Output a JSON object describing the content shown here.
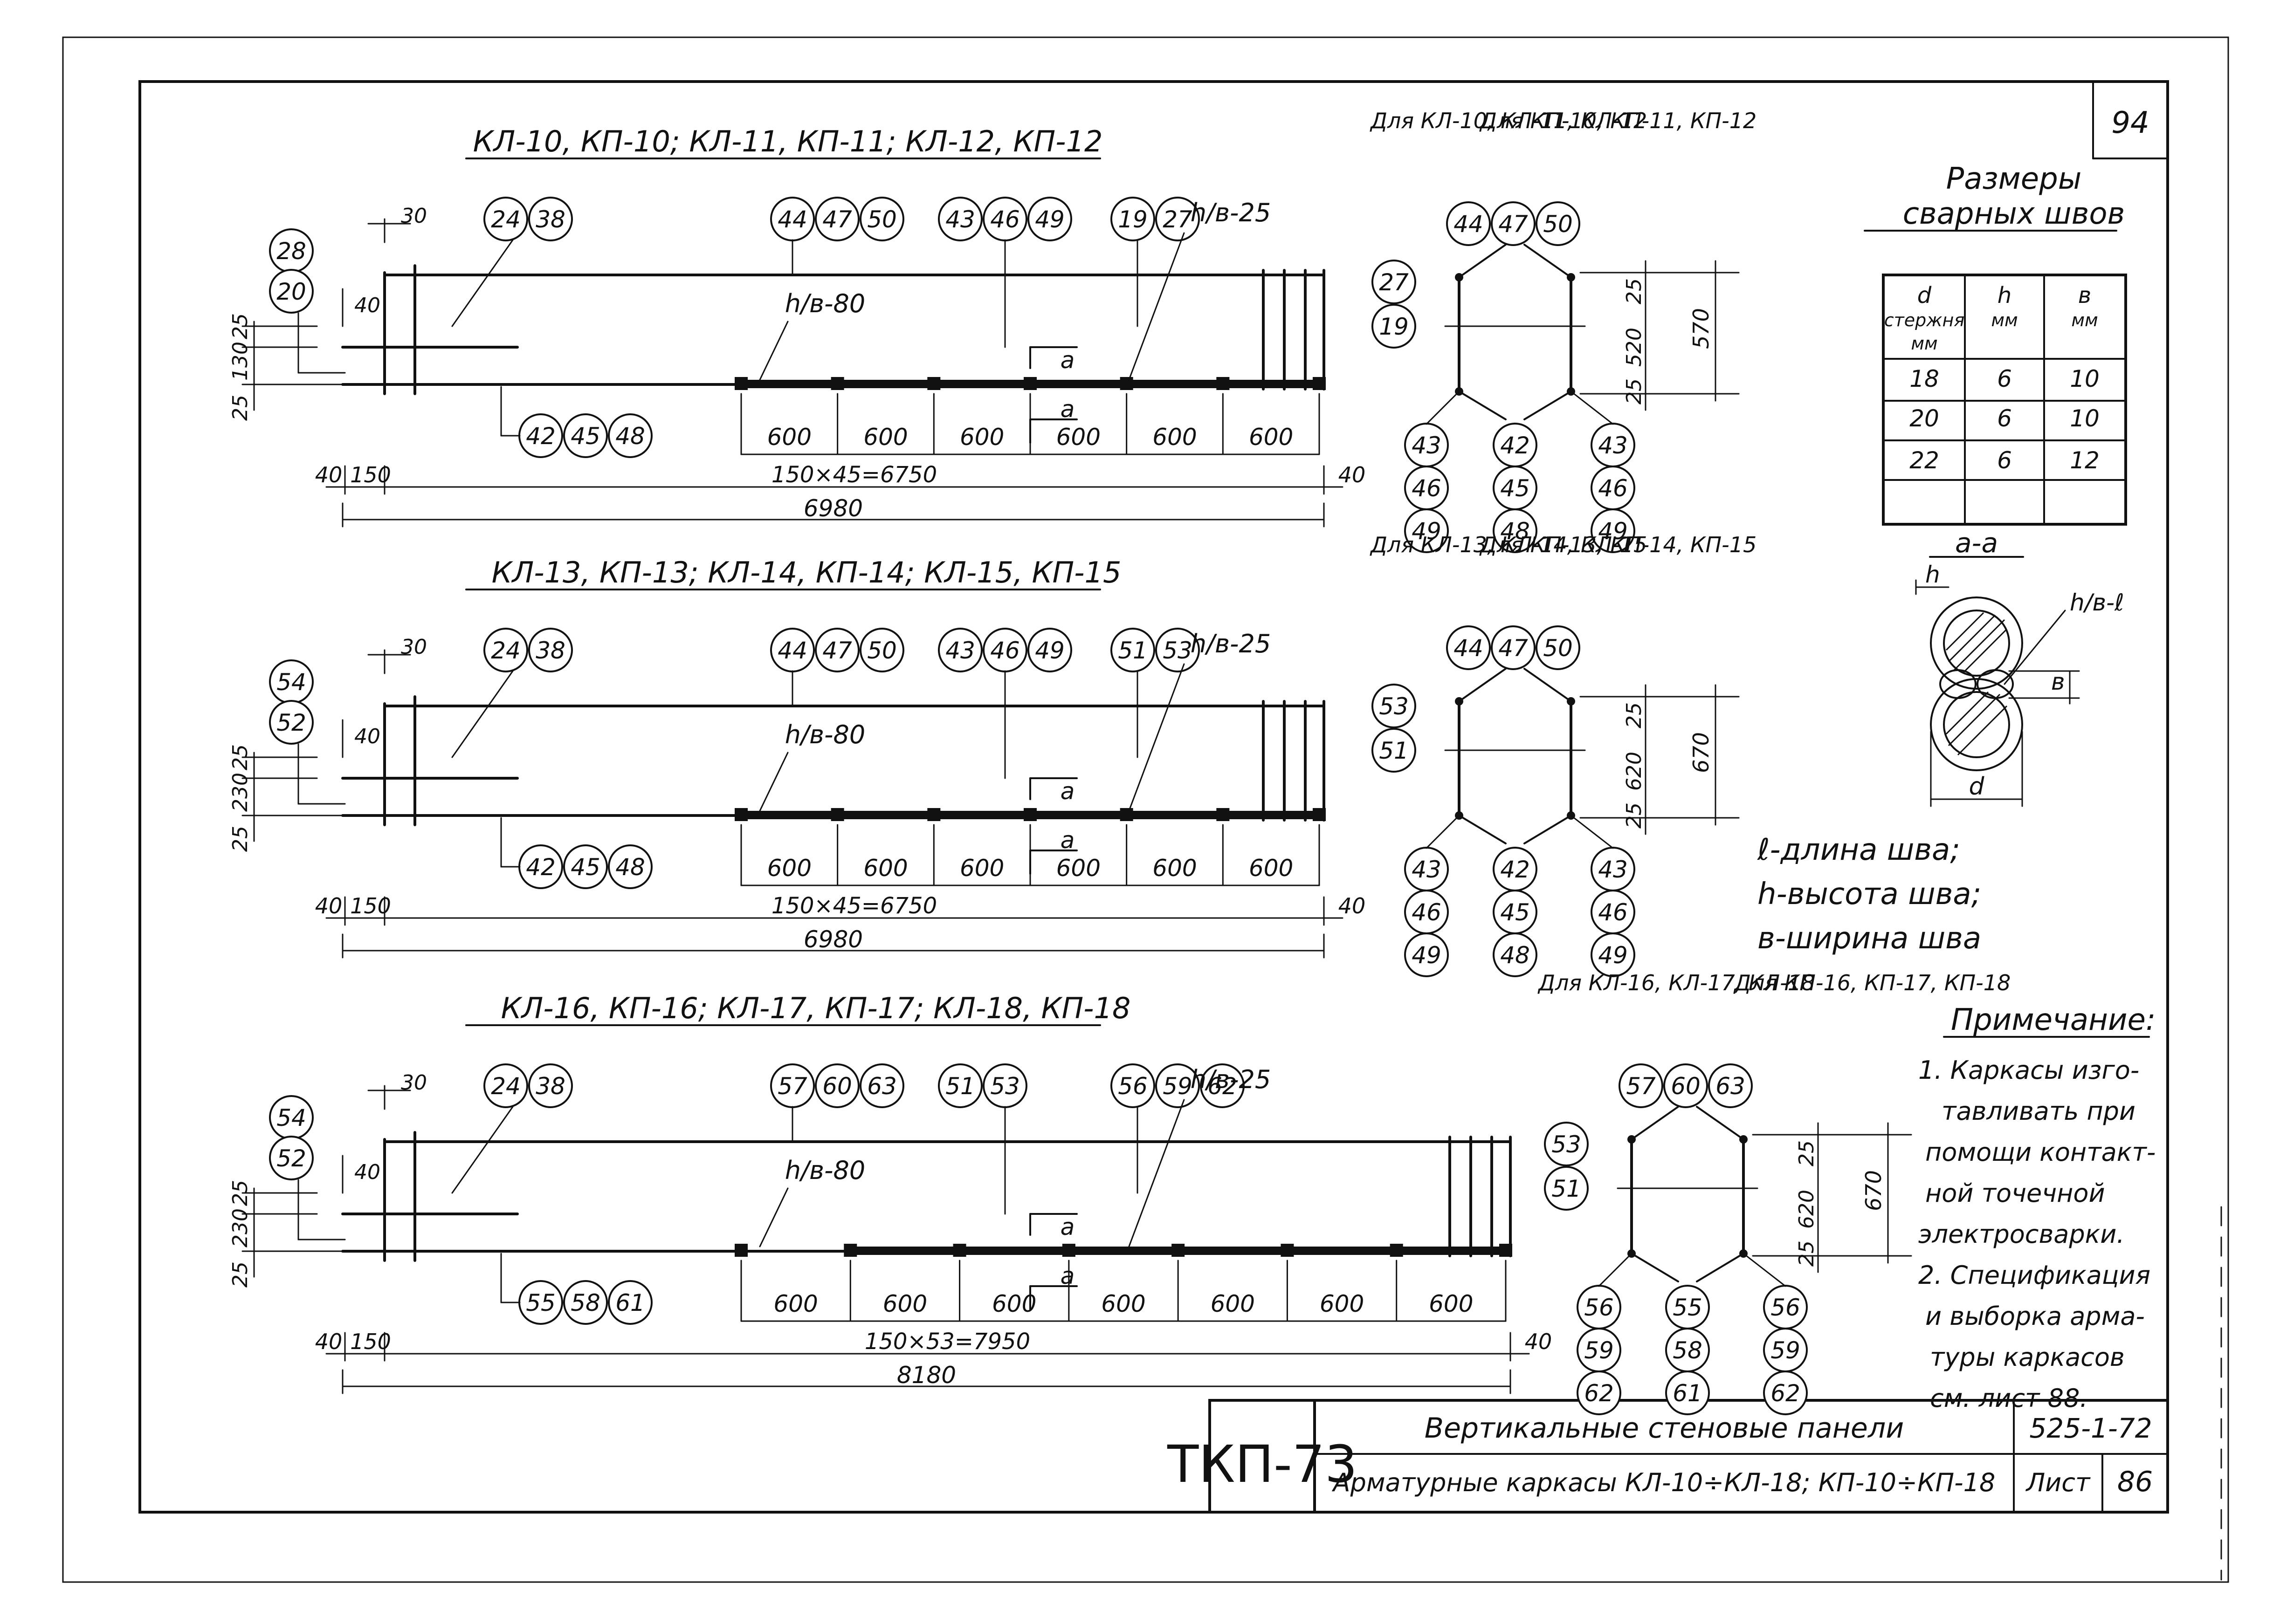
{
  "sheet": {
    "sheet_number_top": "94",
    "project_code": "ТКП-73",
    "series": "525-1-72",
    "title": "Вертикальные стеновые панели",
    "subtitle": "Арматурные каркасы КЛ-10÷КЛ-18; КП-10÷КП-18",
    "sheet_label": "Лист",
    "sheet_no": "86"
  },
  "frames": [
    {
      "title": "КЛ-10, КП-10;  КЛ-11, КП-11;  КЛ-12, КП-12",
      "markers_left": [
        "28",
        "20"
      ],
      "markers_bottom": [
        "42",
        "45",
        "48"
      ],
      "g_end": [
        "24",
        "38"
      ],
      "g_a": [
        "44",
        "47",
        "50"
      ],
      "g_b": [
        "43",
        "46",
        "49"
      ],
      "g_c": [
        "19",
        "27"
      ],
      "dim_30": "30",
      "dim_40": "40",
      "dim_25": "25",
      "dim_130": "130",
      "dim_25b": "25",
      "weld_top": "h/в-25",
      "weld_mid": "h/в-80",
      "spacings": [
        "600",
        "600",
        "600",
        "600",
        "600",
        "600"
      ],
      "cut": "а",
      "dim_40l": "40",
      "dim_150": "150",
      "dim_formula": "150×45=6750",
      "dim_40r": "40",
      "total": "6980"
    },
    {
      "title": "КЛ-13, КП-13;  КЛ-14, КП-14;  КЛ-15, КП-15",
      "markers_left": [
        "54",
        "52"
      ],
      "markers_bottom": [
        "42",
        "45",
        "48"
      ],
      "g_end": [
        "24",
        "38"
      ],
      "g_a": [
        "44",
        "47",
        "50"
      ],
      "g_b": [
        "43",
        "46",
        "49"
      ],
      "g_c": [
        "51",
        "53"
      ],
      "dim_30": "30",
      "dim_40": "40",
      "dim_25": "25",
      "dim_130": "230",
      "dim_25b": "25",
      "weld_top": "h/в-25",
      "weld_mid": "h/в-80",
      "spacings": [
        "600",
        "600",
        "600",
        "600",
        "600",
        "600"
      ],
      "cut": "а",
      "dim_40l": "40",
      "dim_150": "150",
      "dim_formula": "150×45=6750",
      "dim_40r": "40",
      "total": "6980"
    },
    {
      "title": "КЛ-16, КП-16;  КЛ-17, КП-17;  КЛ-18, КП-18",
      "markers_left": [
        "54",
        "52"
      ],
      "markers_bottom": [
        "55",
        "58",
        "61"
      ],
      "g_end": [
        "24",
        "38"
      ],
      "g_a": [
        "57",
        "60",
        "63"
      ],
      "g_b": [
        "51",
        "53"
      ],
      "g_c": [
        "56",
        "59",
        "62"
      ],
      "dim_30": "30",
      "dim_40": "40",
      "dim_25": "25",
      "dim_130": "230",
      "dim_25b": "25",
      "weld_top": "h/в-25",
      "weld_mid": "h/в-80",
      "spacings": [
        "600",
        "600",
        "600",
        "600",
        "600",
        "600",
        "600"
      ],
      "cut": "а",
      "dim_40l": "40",
      "dim_150": "150",
      "dim_formula": "150×53=7950",
      "dim_40r": "40",
      "total": "8180"
    }
  ],
  "sections": [
    {
      "label_left": "Для КЛ-10, КЛ-11, КЛ-12",
      "label_right": "Для КП-10, КП-11, КП-12",
      "top": [
        "44",
        "47",
        "50"
      ],
      "left": [
        "27",
        "19"
      ],
      "b_left": [
        "43",
        "46",
        "49"
      ],
      "b_mid": [
        "42",
        "45",
        "48"
      ],
      "b_right": [
        "43",
        "46",
        "49"
      ],
      "d_25a": "25",
      "d_inner": "520",
      "d_25b": "25",
      "d_outer": "570"
    },
    {
      "label_left": "Для КЛ-13, КЛ-14, КЛ-15",
      "label_right": "Для КП-13, КП-14, КП-15",
      "top": [
        "44",
        "47",
        "50"
      ],
      "left": [
        "53",
        "51"
      ],
      "b_left": [
        "43",
        "46",
        "49"
      ],
      "b_mid": [
        "42",
        "45",
        "48"
      ],
      "b_right": [
        "43",
        "46",
        "49"
      ],
      "d_25a": "25",
      "d_inner": "620",
      "d_25b": "25",
      "d_outer": "670"
    },
    {
      "label_left": "Для КЛ-16, КЛ-17, КЛ-18",
      "label_right": "Для КП-16, КП-17, КП-18",
      "top": [
        "57",
        "60",
        "63"
      ],
      "left": [
        "53",
        "51"
      ],
      "b_left": [
        "56",
        "59",
        "62"
      ],
      "b_mid": [
        "55",
        "58",
        "61"
      ],
      "b_right": [
        "56",
        "59",
        "62"
      ],
      "d_25a": "25",
      "d_inner": "620",
      "d_25b": "25",
      "d_outer": "670"
    }
  ],
  "weld_table": {
    "title": "Размеры сварных швов",
    "headers": [
      "d стержня мм",
      "h мм",
      "в мм"
    ],
    "rows": [
      [
        "18",
        "6",
        "10"
      ],
      [
        "20",
        "6",
        "10"
      ],
      [
        "22",
        "6",
        "12"
      ],
      [
        "",
        "",
        ""
      ]
    ]
  },
  "weld_section": {
    "label": "а-а",
    "h": "h",
    "weld": "h/в-ℓ",
    "b": "в",
    "d": "d"
  },
  "legend": [
    "ℓ-длина шва;",
    "h-высота шва;",
    "в-ширина шва"
  ],
  "notes": {
    "title": "Примечание:",
    "lines": [
      "1. Каркасы изго-",
      "тавливать при",
      "помощи контакт-",
      "ной точечной",
      "электросварки.",
      "2. Спецификация",
      "и выборка арма-",
      "туры каркасов",
      "см. лист 88."
    ]
  }
}
